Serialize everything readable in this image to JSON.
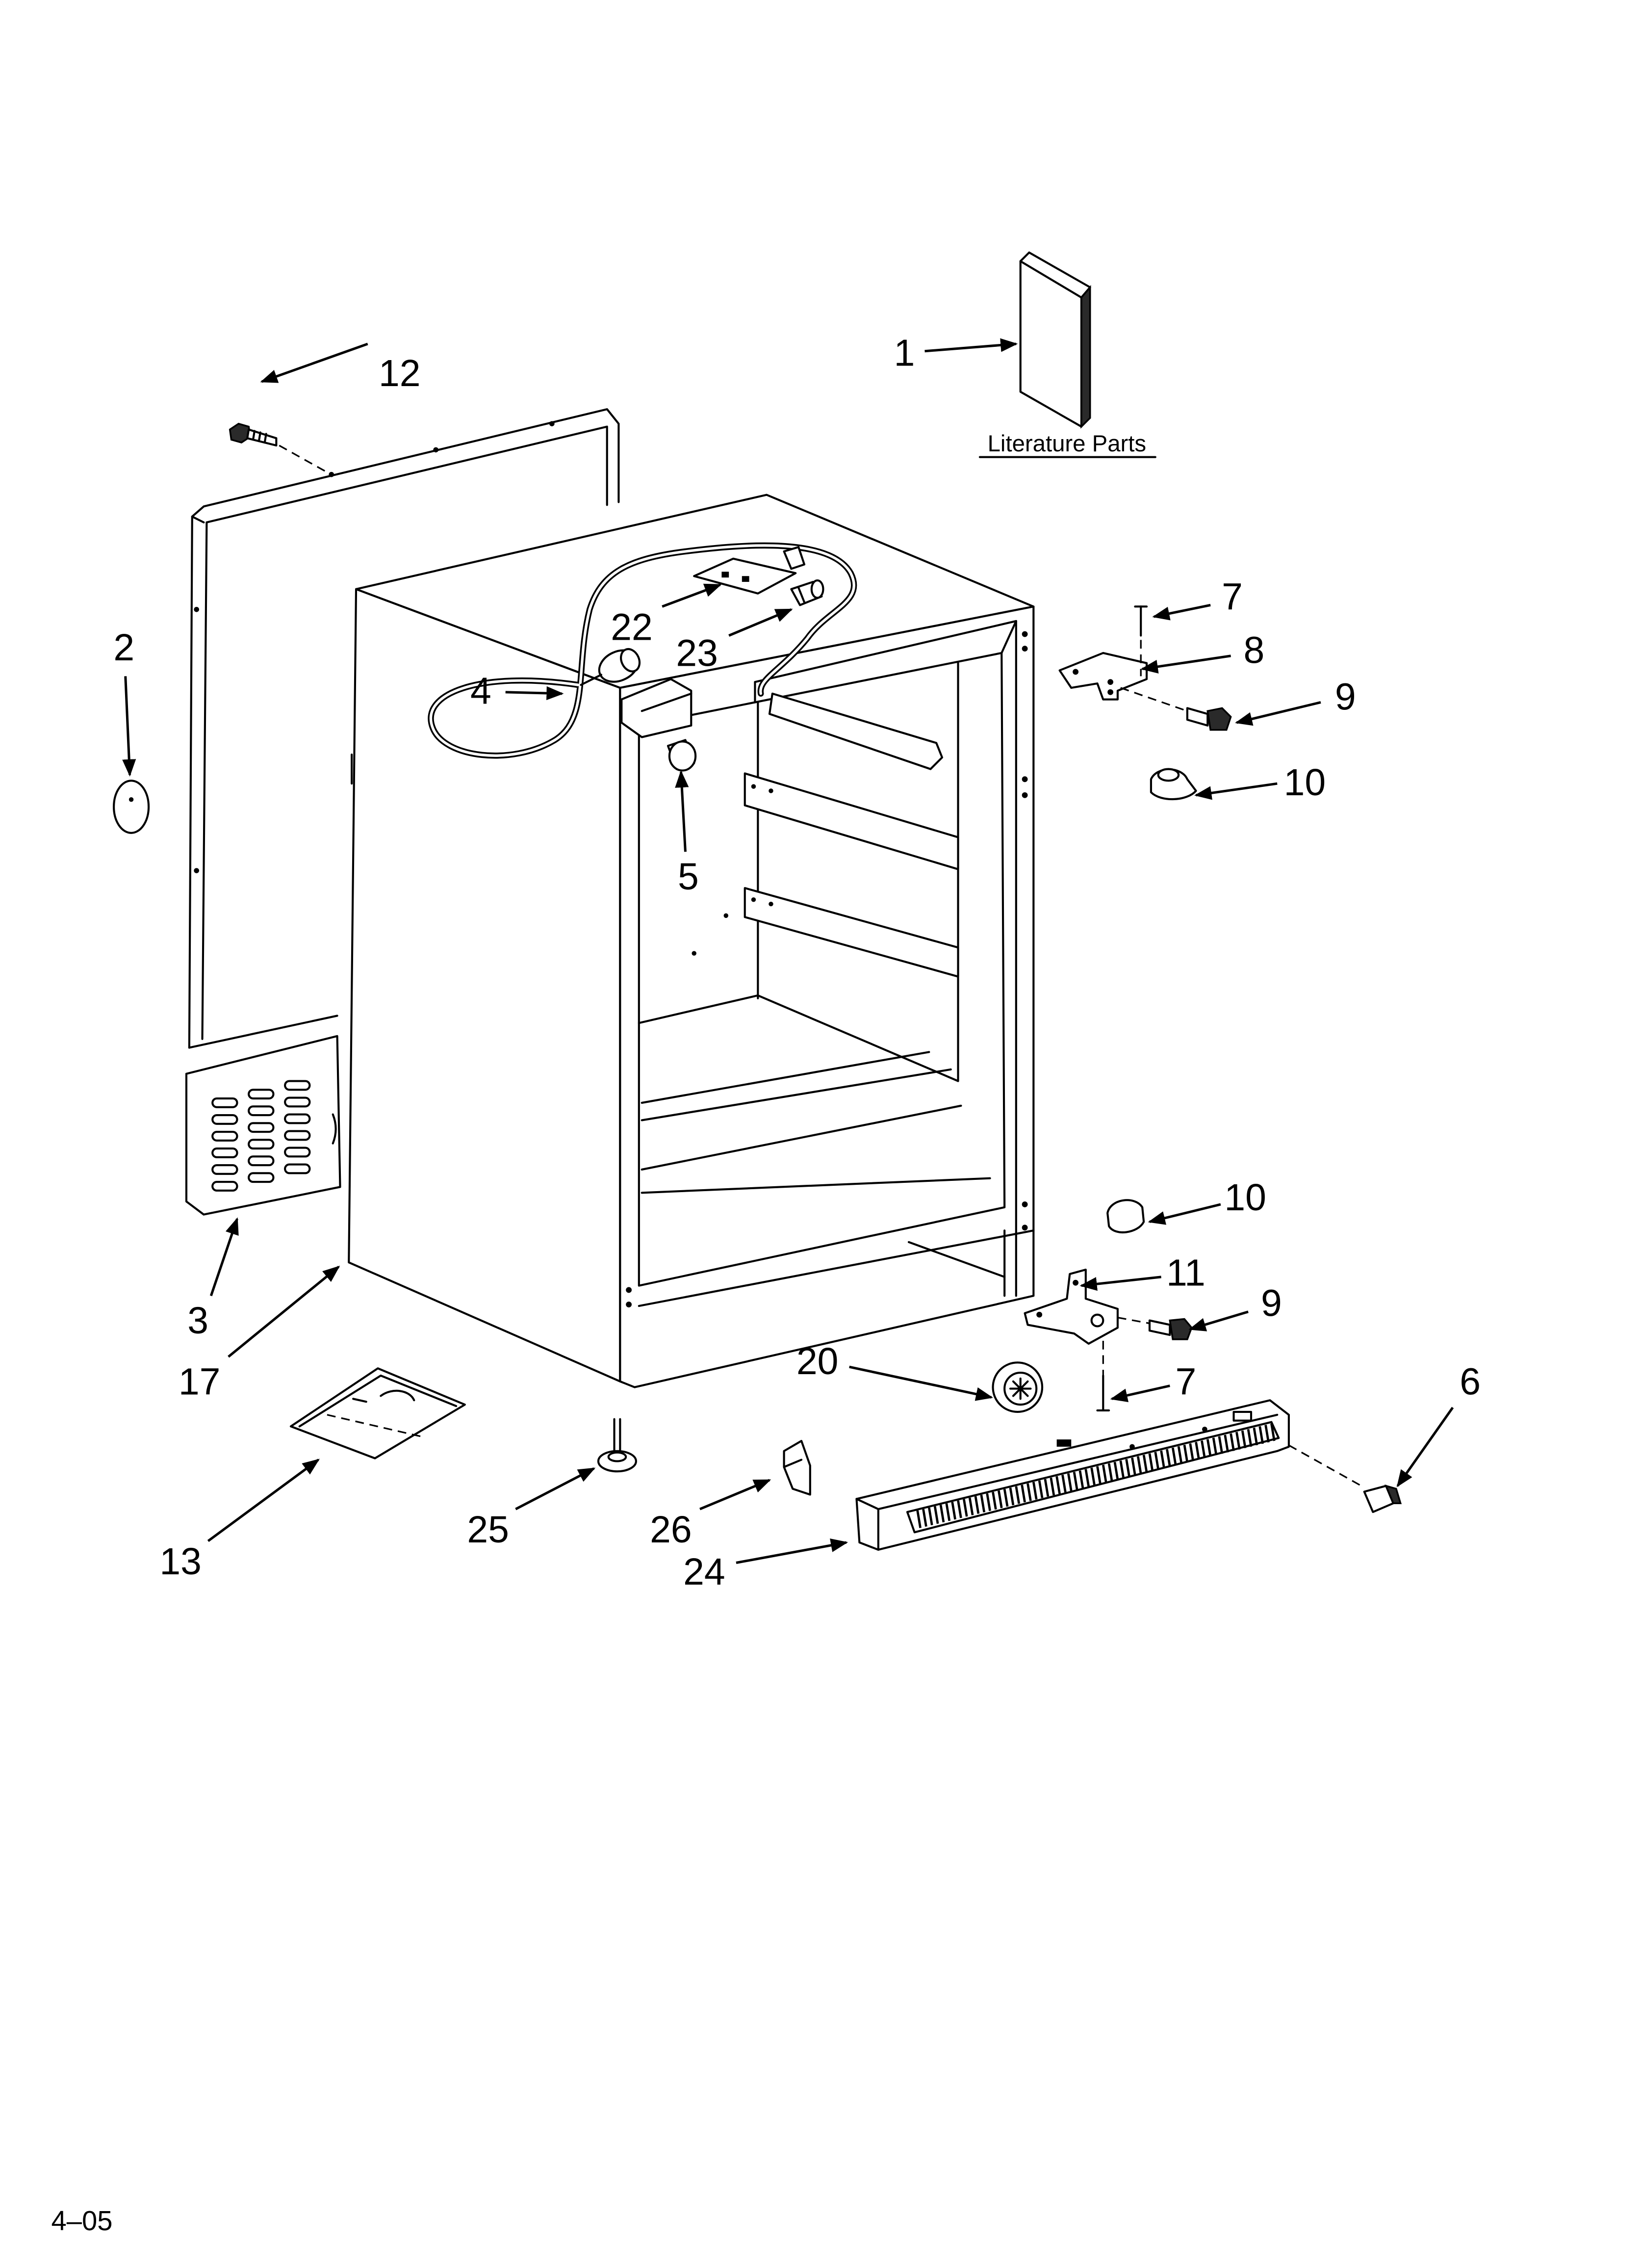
{
  "diagram": {
    "literature_label": "Literature Parts",
    "page_code": "4–05",
    "callouts": [
      {
        "label": "1"
      },
      {
        "label": "12"
      },
      {
        "label": "2"
      },
      {
        "label": "22"
      },
      {
        "label": "23"
      },
      {
        "label": "4"
      },
      {
        "label": "5"
      },
      {
        "label": "7"
      },
      {
        "label": "8"
      },
      {
        "label": "9"
      },
      {
        "label": "10"
      },
      {
        "label": "3"
      },
      {
        "label": "17"
      },
      {
        "label": "10"
      },
      {
        "label": "11"
      },
      {
        "label": "9"
      },
      {
        "label": "7"
      },
      {
        "label": "20"
      },
      {
        "label": "6"
      },
      {
        "label": "13"
      },
      {
        "label": "25"
      },
      {
        "label": "26"
      },
      {
        "label": "24"
      }
    ]
  },
  "colors": {
    "ink": "#000000",
    "paper": "#ffffff"
  }
}
